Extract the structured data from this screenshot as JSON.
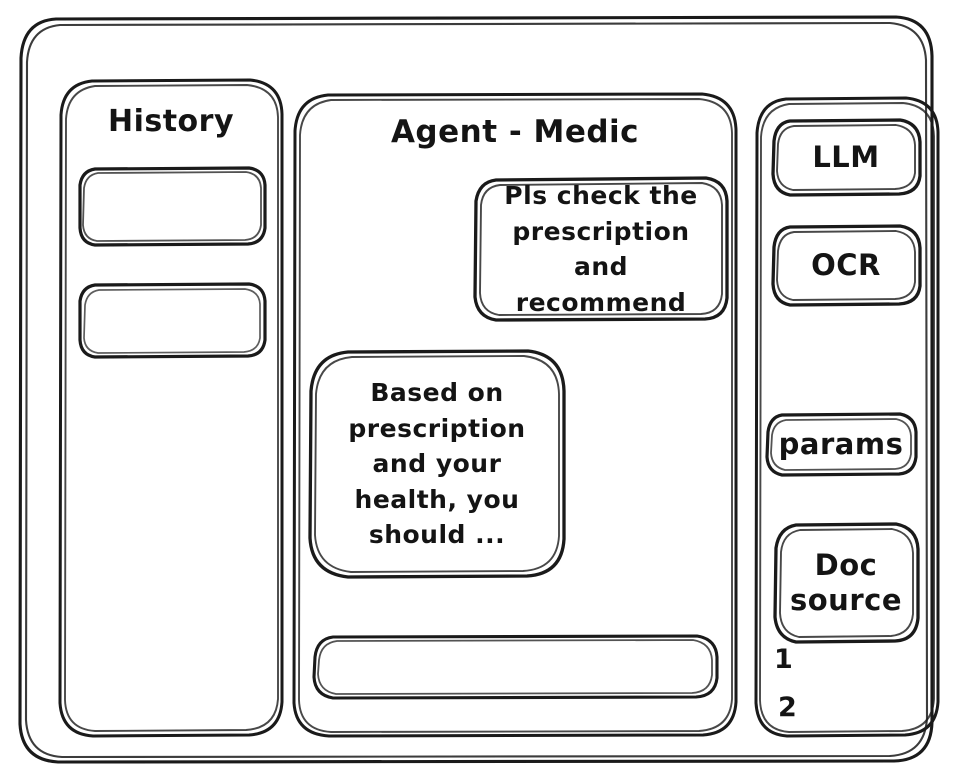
{
  "window": {
    "name": "agent-medic-wireframe"
  },
  "sidebar_left": {
    "title": "History",
    "items": [
      {
        "label": ""
      },
      {
        "label": ""
      }
    ]
  },
  "center": {
    "title": "Agent - Medic",
    "messages": [
      {
        "role": "user",
        "text": "Pls check the\nprescription\nand recommend"
      },
      {
        "role": "agent",
        "text": "Based on\nprescription\nand your\nhealth, you\nshould ..."
      }
    ],
    "composer": {
      "value": "",
      "placeholder": ""
    }
  },
  "sidebar_right": {
    "tools": [
      {
        "id": "llm",
        "label": "LLM"
      },
      {
        "id": "ocr",
        "label": "OCR"
      },
      {
        "id": "params",
        "label": "params"
      },
      {
        "id": "doc-source",
        "label": "Doc\nsource"
      }
    ],
    "doc_references": [
      {
        "label": "1"
      },
      {
        "label": "2"
      }
    ]
  },
  "colors": {
    "ink": "#1a1a1a",
    "paper": "#ffffff"
  }
}
